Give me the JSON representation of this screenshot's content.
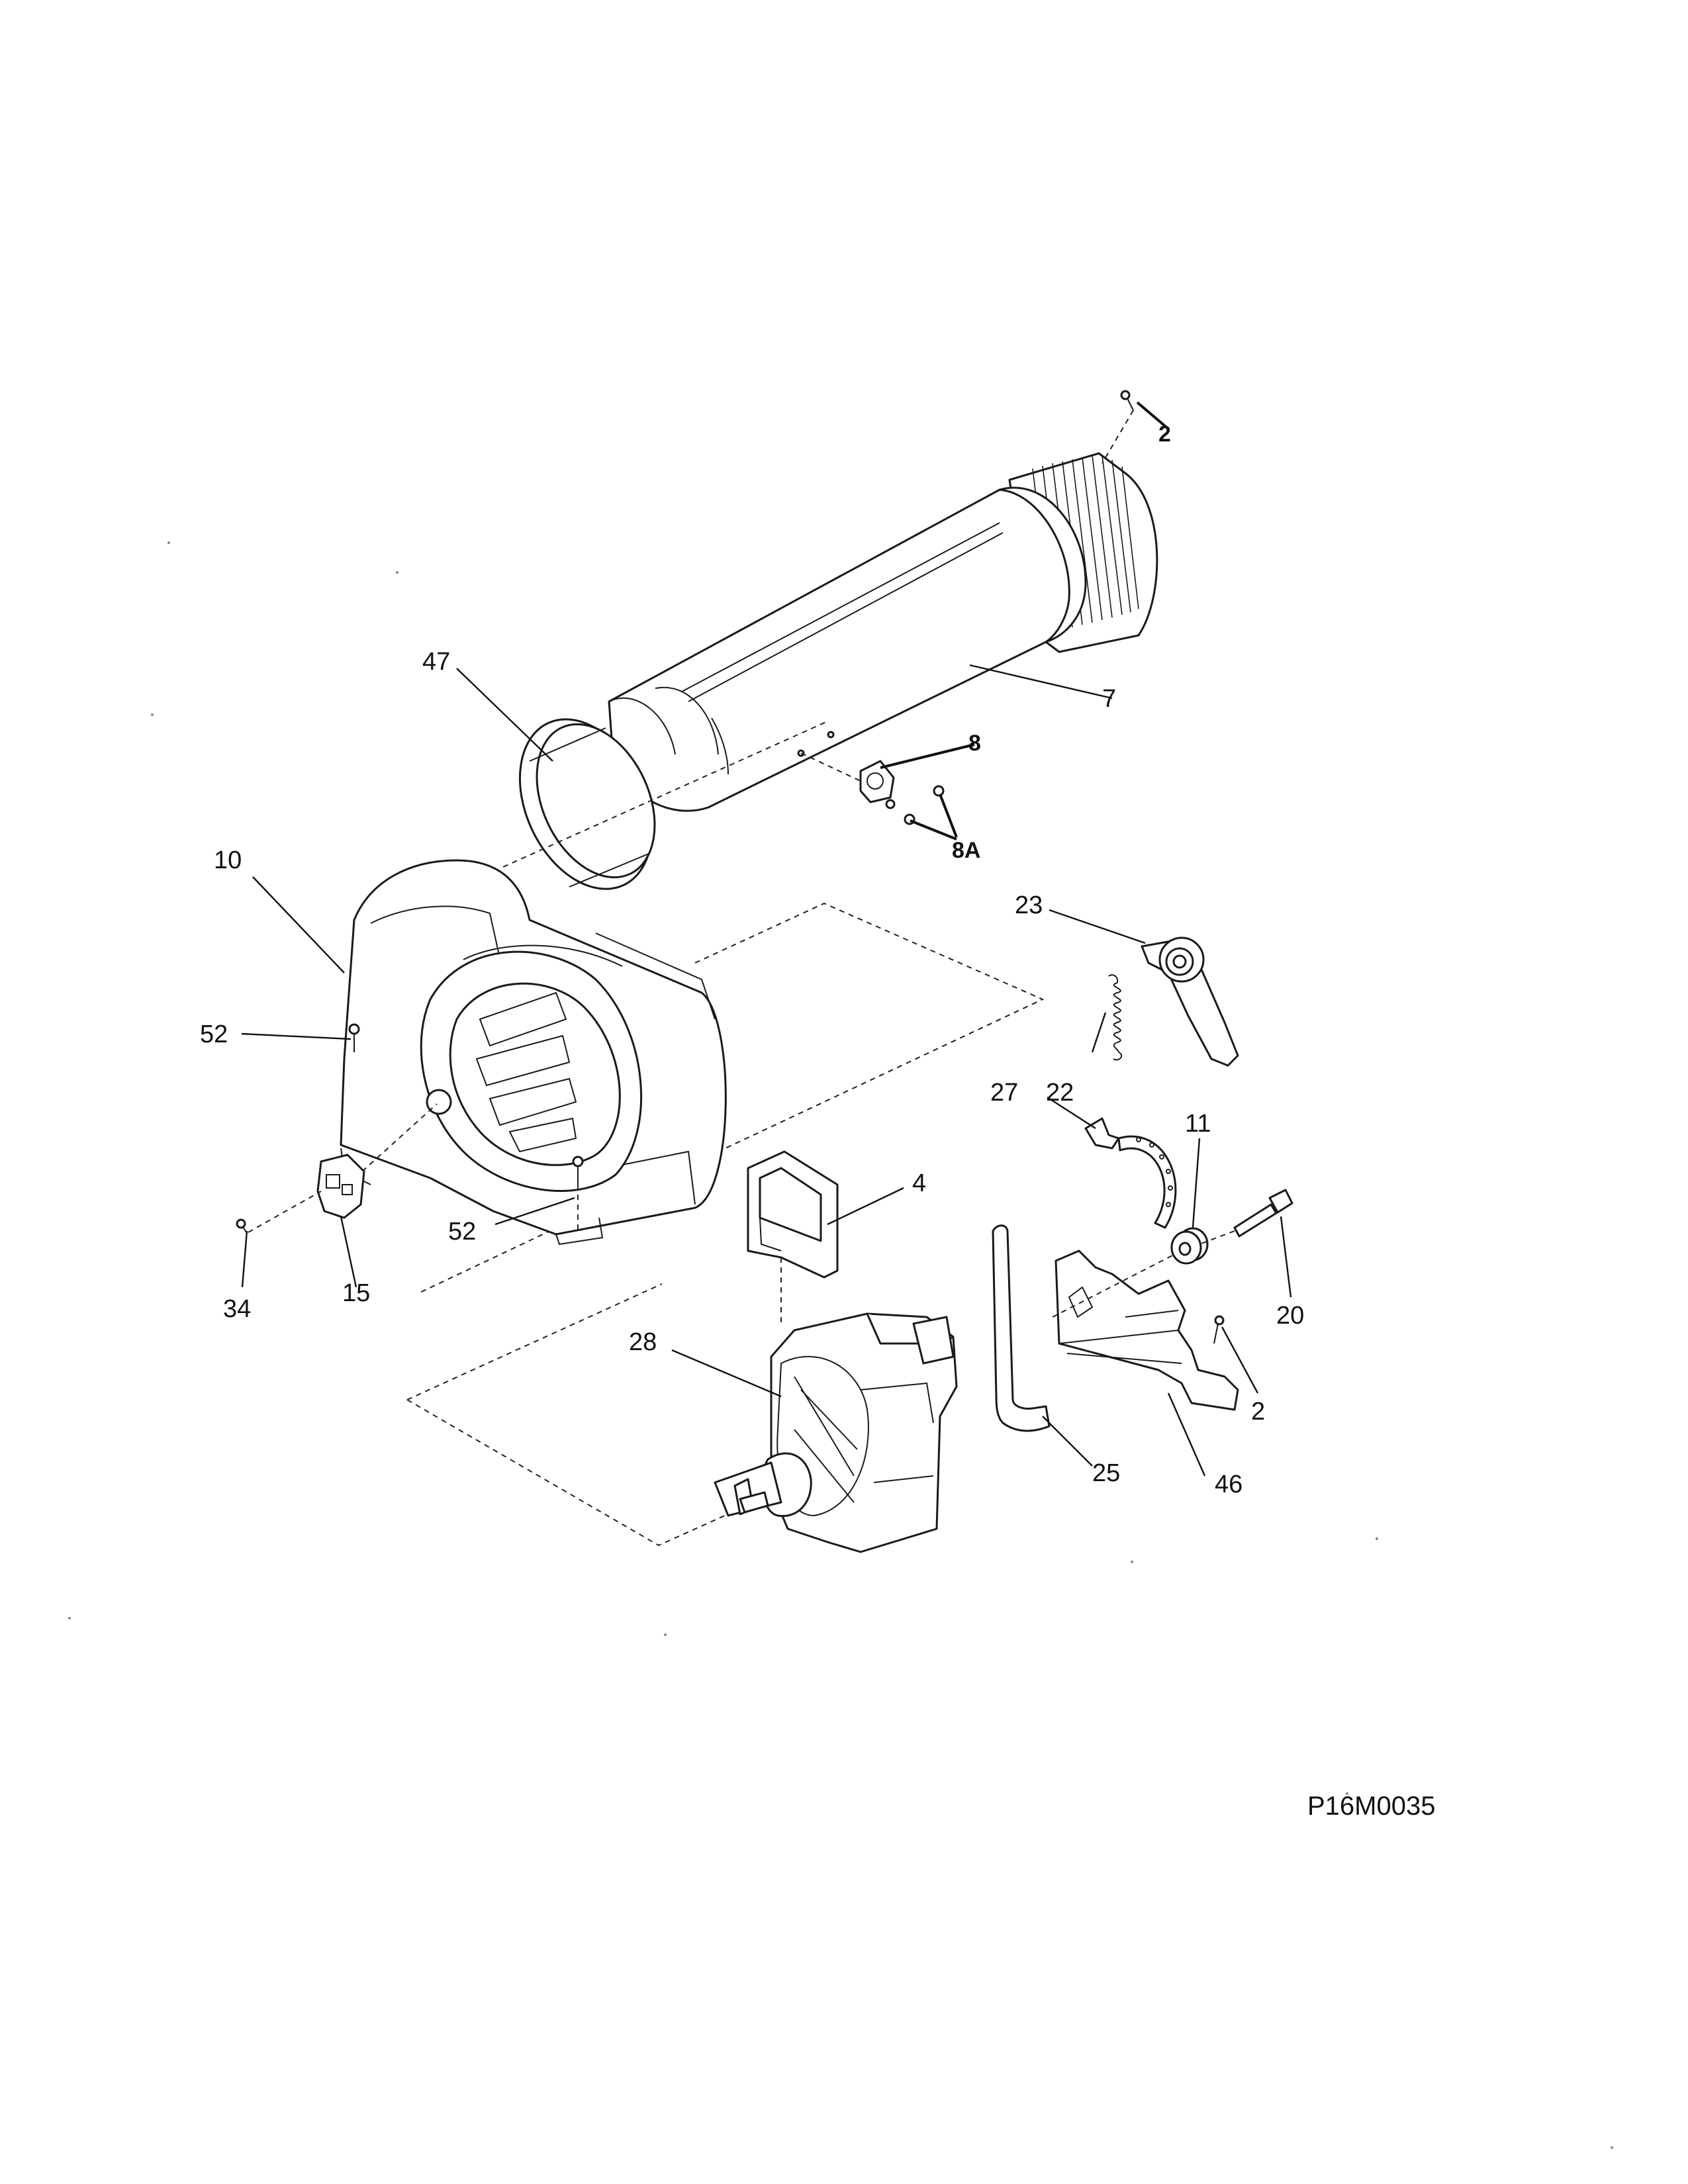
{
  "diagram_id": "P16M0035",
  "callouts": [
    {
      "key": "c_2_top",
      "label": "2"
    },
    {
      "key": "c_47",
      "label": "47"
    },
    {
      "key": "c_7",
      "label": "7"
    },
    {
      "key": "c_8",
      "label": "8"
    },
    {
      "key": "c_8a",
      "label": "8A"
    },
    {
      "key": "c_10",
      "label": "10"
    },
    {
      "key": "c_23",
      "label": "23"
    },
    {
      "key": "c_52_upper",
      "label": "52"
    },
    {
      "key": "c_22",
      "label": "22"
    },
    {
      "key": "c_27",
      "label": "27"
    },
    {
      "key": "c_11",
      "label": "11"
    },
    {
      "key": "c_4",
      "label": "4"
    },
    {
      "key": "c_52_lower",
      "label": "52"
    },
    {
      "key": "c_34",
      "label": "34"
    },
    {
      "key": "c_15",
      "label": "15"
    },
    {
      "key": "c_20",
      "label": "20"
    },
    {
      "key": "c_28",
      "label": "28"
    },
    {
      "key": "c_2_lower",
      "label": "2"
    },
    {
      "key": "c_25",
      "label": "25"
    },
    {
      "key": "c_46",
      "label": "46"
    }
  ]
}
